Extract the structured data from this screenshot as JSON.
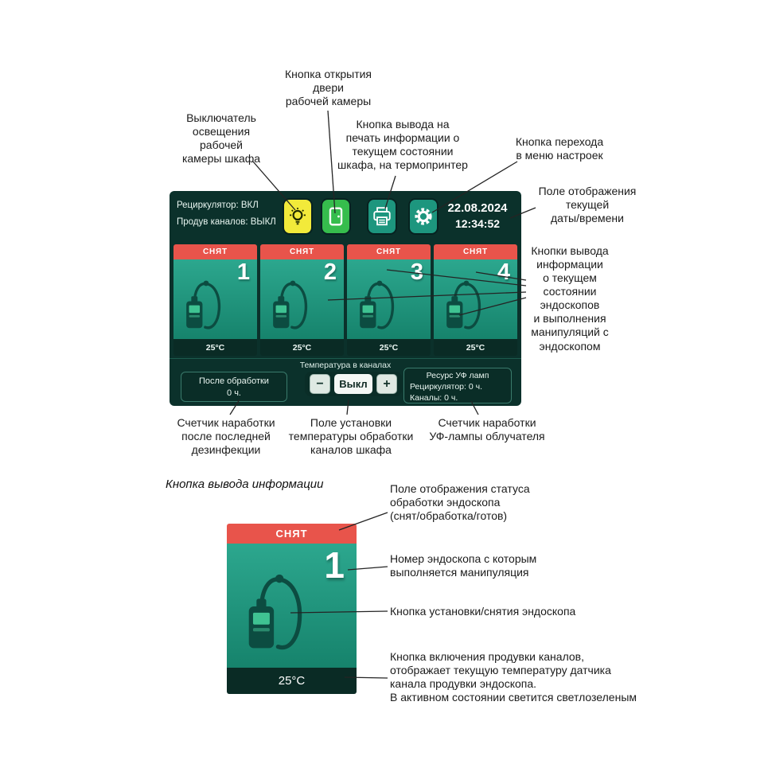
{
  "annotations": {
    "door": "Кнопка открытия\nдвери\nрабочей камеры",
    "lamp": "Выключатель\nосвещения\nрабочей\nкамеры шкафа",
    "printer": "Кнопка вывода на\nпечать информации о\nтекущем состоянии\nшкафа, на термопринтер",
    "settings": "Кнопка перехода\nв меню настроек",
    "datetime": "Поле отображения\nтекущей\nдаты/времени",
    "endoscope_buttons": "Кнопки вывода\nинформации\nо текущем\nсостоянии\nэндоскопов\nи выполнения\nманипуляций с\nэндоскопом",
    "after_counter": "Счетчик наработки\nпосле последней\nдезинфекции",
    "temp_field": "Поле установки\nтемпературы обработки\nканалов шкафа",
    "uv_counter": "Счетчик наработки\nУФ-лампы облучателя",
    "detail_heading": "Кнопка вывода информации",
    "detail_status": "Поле отображения статуса\nобработки эндоскопа\n(снят/обработка/готов)",
    "detail_number": "Номер эндоскопа с которым\nвыполняется манипуляция",
    "detail_install": "Кнопка установки/снятия эндоскопа",
    "detail_blow": "Кнопка включения продувки каналов,\nотображает текущую температуру датчика\nканала продувки эндоскопа.\nВ активном состоянии светится светлозеленым"
  },
  "ui": {
    "topbar": {
      "recirculator": "Рециркулятор: ВКЛ",
      "blow": "Продув каналов: ВЫКЛ",
      "date": "22.08.2024",
      "time": "12:34:52"
    },
    "channels": [
      {
        "status": "СНЯТ",
        "number": "1",
        "temp": "25°C"
      },
      {
        "status": "СНЯТ",
        "number": "2",
        "temp": "25°C"
      },
      {
        "status": "СНЯТ",
        "number": "3",
        "temp": "25°C"
      },
      {
        "status": "СНЯТ",
        "number": "4",
        "temp": "25°C"
      }
    ],
    "bottom": {
      "temp_label": "Температура в каналах",
      "after_line1": "После обработки",
      "after_line2": "0 ч.",
      "minus": "−",
      "value": "Выкл",
      "plus": "+",
      "uv_title": "Ресурс УФ  ламп",
      "uv_line1": "Рециркулятор: 0 ч.",
      "uv_line2": "Каналы: 0 ч."
    }
  },
  "detail": {
    "status": "СНЯТ",
    "number": "1",
    "temp": "25°C"
  },
  "colors": {
    "ui_bg": "#0b312b",
    "panel_top": "#2ca78e",
    "panel_bottom": "#16836c",
    "status_red": "#e8544b",
    "lamp_yellow": "#f2ea3a",
    "door_green": "#36bd4d",
    "button_teal": "#1d967e"
  }
}
